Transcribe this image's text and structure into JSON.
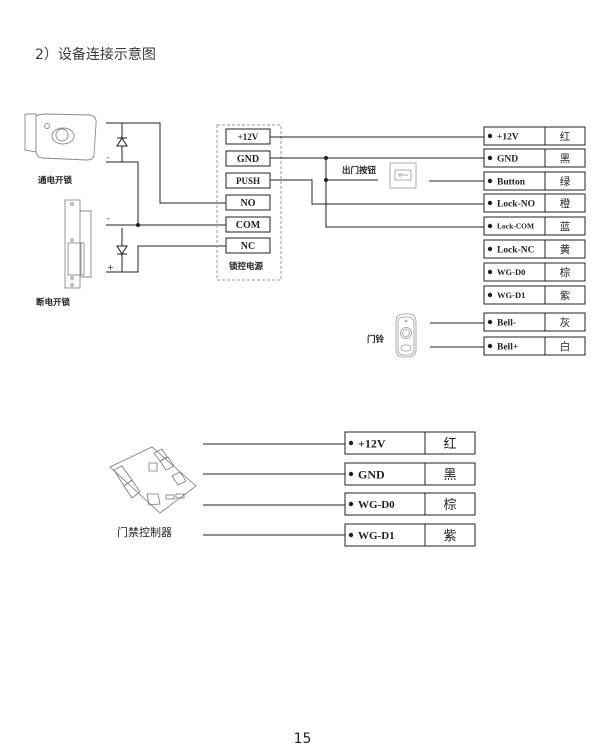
{
  "section_title": "2）设备连接示意图",
  "page_number": "15",
  "colors": {
    "line": "#231f20",
    "frame": "#8a8a8a",
    "dashed": "#9a9a9a"
  },
  "top_diagram": {
    "locks": [
      {
        "label": "通电开锁",
        "icon": "power-on-lock-icon"
      },
      {
        "label": "断电开锁",
        "icon": "fail-secure-strike-icon"
      }
    ],
    "polarity_marks": [
      "-",
      "-",
      "+"
    ],
    "power_supply": {
      "label": "锁控电源",
      "terminals": [
        "+12V",
        "GND",
        "PUSH",
        "NO",
        "COM",
        "NC"
      ]
    },
    "exit_button": {
      "label": "出门按钮",
      "icon": "exit-button-icon"
    },
    "doorbell": {
      "label": "门铃",
      "icon": "doorbell-icon"
    },
    "wires": [
      {
        "name": "+12V",
        "color": "红"
      },
      {
        "name": "GND",
        "color": "黑"
      },
      {
        "name": "Button",
        "color": "绿"
      },
      {
        "name": "Lock-NO",
        "color": "橙"
      },
      {
        "name": "Lock-COM",
        "color": "蓝"
      },
      {
        "name": "Lock-NC",
        "color": "黄"
      },
      {
        "name": "WG-D0",
        "color": "棕"
      },
      {
        "name": "WG-D1",
        "color": "紫"
      },
      {
        "name": "Bell-",
        "color": "灰"
      },
      {
        "name": "Bell+",
        "color": "白"
      }
    ]
  },
  "bottom_diagram": {
    "controller": {
      "label": "门禁控制器",
      "icon": "access-controller-board-icon"
    },
    "wires": [
      {
        "name": "+12V",
        "color": "红"
      },
      {
        "name": "GND",
        "color": "黑"
      },
      {
        "name": "WG-D0",
        "color": "棕"
      },
      {
        "name": "WG-D1",
        "color": "紫"
      }
    ]
  }
}
